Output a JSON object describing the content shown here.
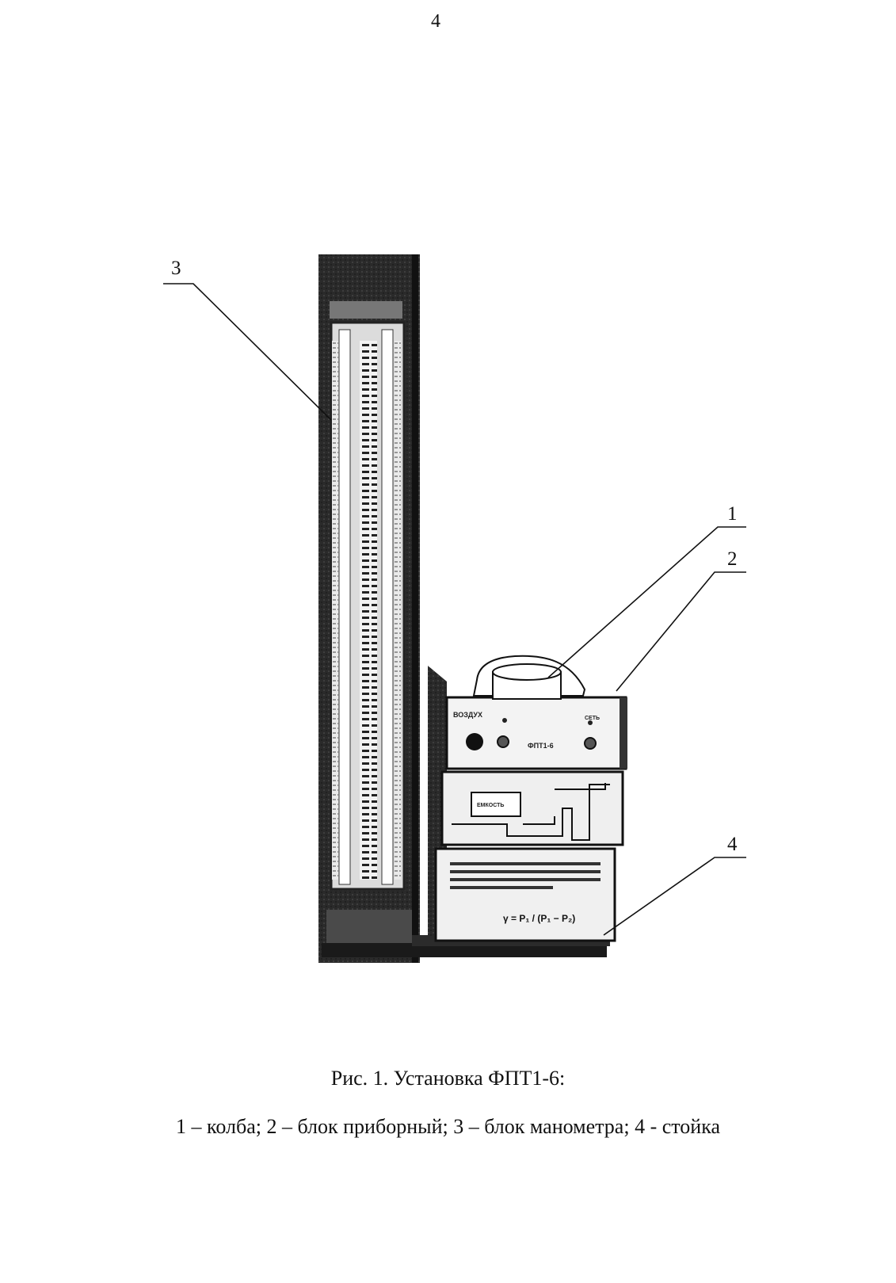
{
  "page": {
    "number": "4"
  },
  "figure": {
    "callouts": {
      "c1": "1",
      "c2": "2",
      "c3": "3",
      "c4": "4"
    },
    "panel": {
      "air_label": "ВОЗДУХ",
      "network_label": "СЕТЬ",
      "model_label": "ФПТ1-6",
      "capacity_label": "ЕМКОСТЬ"
    }
  },
  "caption": {
    "title": "Рис. 1. Установка ФПТ1-6:",
    "legend": "1 – колба; 2 – блок приборный; 3 – блок манометра; 4 - стойка"
  }
}
